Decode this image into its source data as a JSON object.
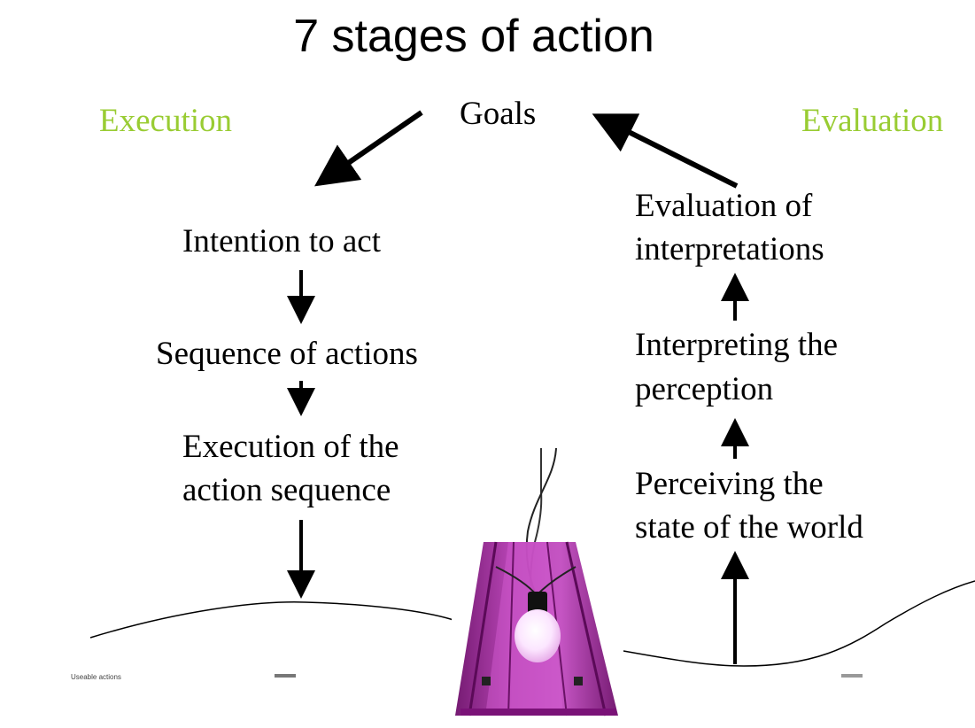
{
  "title": "7 stages of action",
  "goals": "Goals",
  "execution": {
    "heading": "Execution",
    "stages": [
      "Intention to act",
      "Sequence of actions",
      "Execution of the",
      "action sequence"
    ]
  },
  "evaluation": {
    "heading": "Evaluation",
    "stages": [
      "Evaluation of",
      "interpretations",
      "Interpreting the",
      "perception",
      "Perceiving the",
      "state of the world"
    ]
  },
  "footer_caption": "Useable actions",
  "colors": {
    "heading": "#99cc33",
    "lamp_shade": "#8e1c8a",
    "lamp_shade_light": "#c24cc0",
    "bulb": "#fce6ff"
  },
  "image": {
    "description": "purple-pendant-lamp"
  }
}
